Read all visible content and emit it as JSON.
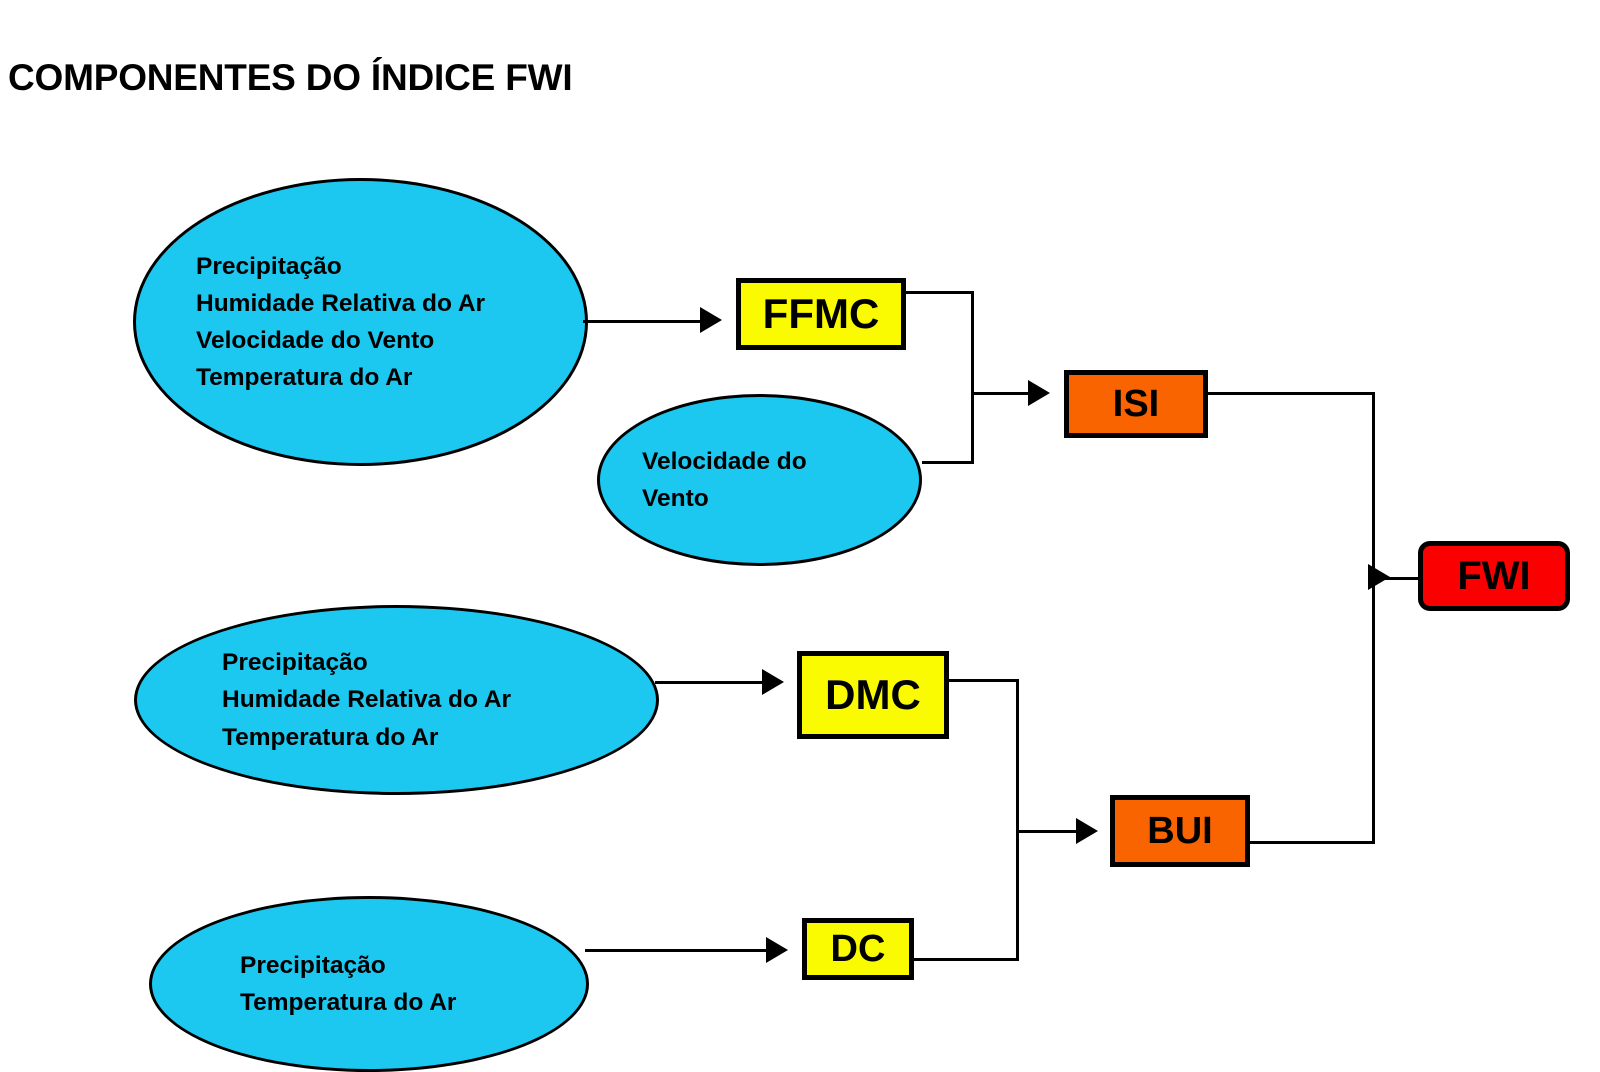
{
  "page": {
    "title": "COMPONENTES DO ÍNDICE FWI",
    "background_color": "#FFFFFF"
  },
  "colors": {
    "ellipse_fill": "#1DC8F0",
    "yellow_box": "#FAFA00",
    "orange_box": "#FA6400",
    "red_box": "#FA0000",
    "outline": "#000000",
    "text": "#000000"
  },
  "diagram": {
    "inputs": [
      {
        "id": "inputs-ffmc",
        "lines": "Precipitação\nHumidade Relativa do Ar\nVelocidade do Vento\nTemperatura do Ar"
      },
      {
        "id": "inputs-isi-wind",
        "lines": "Velocidade do\nVento"
      },
      {
        "id": "inputs-dmc",
        "lines": "Precipitação\nHumidade Relativa do Ar\nTemperatura do Ar"
      },
      {
        "id": "inputs-dc",
        "lines": "Precipitação\nTemperatura do Ar"
      }
    ],
    "nodes": {
      "ffmc": {
        "label": "FFMC",
        "color": "#FAFA00"
      },
      "isi": {
        "label": "ISI",
        "color": "#FA6400"
      },
      "dmc": {
        "label": "DMC",
        "color": "#FAFA00"
      },
      "dc": {
        "label": "DC",
        "color": "#FAFA00"
      },
      "bui": {
        "label": "BUI",
        "color": "#FA6400"
      },
      "fwi": {
        "label": "FWI",
        "color": "#FA0000"
      }
    },
    "edges": [
      {
        "from": "inputs-ffmc",
        "to": "ffmc"
      },
      {
        "from": "ffmc",
        "to": "isi"
      },
      {
        "from": "inputs-isi-wind",
        "to": "isi"
      },
      {
        "from": "inputs-dmc",
        "to": "dmc"
      },
      {
        "from": "inputs-dc",
        "to": "dc"
      },
      {
        "from": "dmc",
        "to": "bui"
      },
      {
        "from": "dc",
        "to": "bui"
      },
      {
        "from": "isi",
        "to": "fwi"
      },
      {
        "from": "bui",
        "to": "fwi"
      }
    ]
  }
}
